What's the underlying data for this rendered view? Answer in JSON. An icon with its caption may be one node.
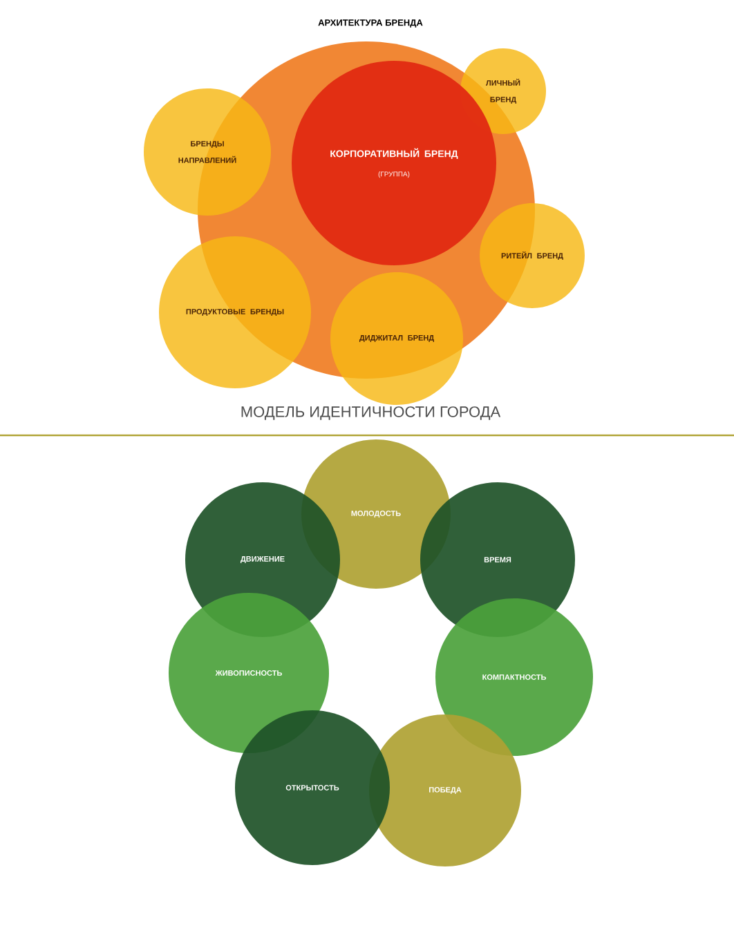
{
  "diagram": {
    "title": "АРХИТЕКТУРА БРЕНДА",
    "nodes": [
      {
        "text": [],
        "shape": "circle"
      },
      {
        "text": [
          "КОРПОРАТИВНЫЙ БРЕНД",
          "(ГРУППА)"
        ],
        "in": 0
      },
      {
        "text": [
          "ЛИЧНЫЙ БРЕНД"
        ]
      },
      {
        "text": [
          "БРЕНДЫ НАПРАВЛЕНИЙ"
        ]
      },
      {
        "text": [
          "РИТЕЙЛ БРЕНД"
        ]
      },
      {
        "text": [
          "ПРОДУКТОВЫЕ БРЕНДЫ"
        ]
      },
      {
        "text": [
          "ДИДЖИТАЛ БРЕНД"
        ]
      },
      {
        "text": [
          "МОЛОДОСТЬ"
        ]
      },
      {
        "text": [
          "ДВИЖЕНИЕ"
        ]
      },
      {
        "text": [
          "ВРЕМЯ"
        ]
      },
      {
        "text": [
          "ЖИВОПИСНОСТЬ"
        ]
      },
      {
        "text": [
          "КОМПАКТНОСТЬ"
        ]
      },
      {
        "text": [
          "ОТКРЫТОСТЬ"
        ]
      },
      {
        "text": [
          "ПОБЕДА"
        ]
      }
    ],
    "edges": [],
    "labels": [
      "МОДЕЛЬ ИДЕНТИЧНОСТИ ГОРОДА"
    ]
  }
}
